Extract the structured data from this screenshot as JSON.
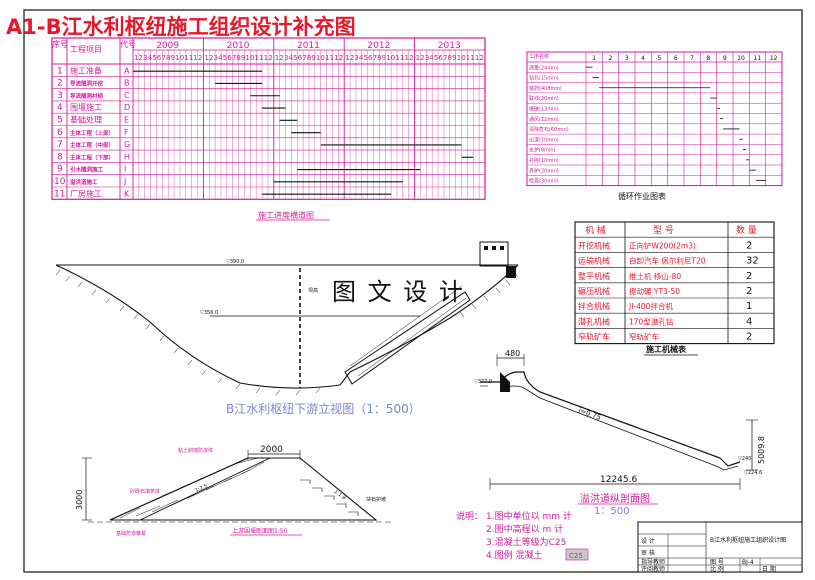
{
  "title": "A1-B江水利枢纽施工组织设计补充图",
  "colors": {
    "red": "#e8182c",
    "magenta": "#d41a9c",
    "black": "#111111",
    "blue": "#7d84d8",
    "grid": "#d41a9c"
  },
  "schedule": {
    "caption": "施工进度横道图",
    "col_num": "序号",
    "col_name": "工程项目",
    "col_code": "代号",
    "years": [
      "2009",
      "2010",
      "2011",
      "2012",
      "2013"
    ],
    "month_digits": "123456789101112",
    "rows": [
      {
        "no": "1",
        "name": "施工准备",
        "code": "A",
        "bars": [
          [
            0,
            22
          ]
        ]
      },
      {
        "no": "2",
        "name": "导流隧洞开挖",
        "code": "B",
        "bars": [
          [
            14,
            22
          ]
        ]
      },
      {
        "no": "3",
        "name": "导流隧洞衬砌",
        "code": "C",
        "bars": [
          [
            20,
            25
          ]
        ]
      },
      {
        "no": "4",
        "name": "围堰施工",
        "code": "D",
        "bars": [
          [
            22,
            26
          ]
        ]
      },
      {
        "no": "5",
        "name": "基础处理",
        "code": "E",
        "bars": [
          [
            25,
            28
          ]
        ]
      },
      {
        "no": "6",
        "name": "主体工程（上部）",
        "code": "F",
        "bars": [
          [
            27,
            32
          ]
        ]
      },
      {
        "no": "7",
        "name": "主体工程（中部）",
        "code": "G",
        "bars": [
          [
            32,
            56
          ]
        ]
      },
      {
        "no": "8",
        "name": "主体工程（下部）",
        "code": "H",
        "bars": [
          [
            56,
            58
          ]
        ]
      },
      {
        "no": "9",
        "name": "引水隧洞施工",
        "code": "I",
        "bars": [
          [
            28,
            49
          ]
        ]
      },
      {
        "no": "10",
        "name": "溢洪道施工",
        "code": "J",
        "bars": [
          [
            24,
            46
          ]
        ]
      },
      {
        "no": "11",
        "name": "厂房施工",
        "code": "K",
        "bars": [
          [
            22,
            44
          ]
        ]
      }
    ]
  },
  "cycle": {
    "caption": "循环作业图表",
    "header_label": "工序名称",
    "steps": [
      "1",
      "2",
      "3",
      "4",
      "5",
      "6",
      "7",
      "8",
      "9",
      "10",
      "11",
      "12"
    ],
    "rows": [
      {
        "name": "测量(24min)",
        "bars": [
          [
            0,
            0.4
          ]
        ]
      },
      {
        "name": "钻孔(15min)",
        "bars": [
          [
            0.4,
            0.8
          ]
        ]
      },
      {
        "name": "装药(408min)",
        "bars": [
          [
            0.8,
            7.6
          ]
        ]
      },
      {
        "name": "联线(20min)",
        "bars": [
          [
            7.6,
            8.0
          ]
        ]
      },
      {
        "name": "爆破(13min)",
        "bars": [
          [
            8.0,
            8.2
          ]
        ]
      },
      {
        "name": "通风(12min)",
        "bars": [
          [
            8.2,
            8.4
          ]
        ]
      },
      {
        "name": "清除危石(60min)",
        "bars": [
          [
            8.4,
            9.4
          ]
        ]
      },
      {
        "name": "出渣(10min)",
        "bars": [
          [
            9.4,
            9.6
          ]
        ]
      },
      {
        "name": "支护(8min)",
        "bars": [
          [
            9.6,
            9.8
          ]
        ]
      },
      {
        "name": "衬砌(10min)",
        "bars": [
          [
            9.8,
            10.0
          ]
        ]
      },
      {
        "name": "养护(20min)",
        "bars": [
          [
            10.0,
            10.4
          ]
        ]
      },
      {
        "name": "检查(30min)",
        "bars": [
          [
            10.4,
            11.0
          ]
        ]
      }
    ]
  },
  "machines": {
    "caption": "施工机械表",
    "headers": [
      "机  械",
      "型  号",
      "数  量"
    ],
    "rows": [
      {
        "name": "开挖机械",
        "model": "正向铲W200(2m3)",
        "qty": "2"
      },
      {
        "name": "运输机械",
        "model": "自卸汽车 佩尔利尼T20",
        "qty": "32"
      },
      {
        "name": "整平机械",
        "model": "推土机 移山-80",
        "qty": "2"
      },
      {
        "name": "碾压机械",
        "model": "振动碾 YT3-50",
        "qty": "2"
      },
      {
        "name": "拌合机械",
        "model": "JI-400拌合机",
        "qty": "1"
      },
      {
        "name": "潜孔机械",
        "model": "170型潜孔钻",
        "qty": "4"
      },
      {
        "name": "窄轨矿车",
        "model": "窄轨矿车",
        "qty": "2"
      }
    ]
  },
  "elevation": {
    "caption": "B江水利枢纽下游立视图（1：500）",
    "watermark": "图 文 设 计",
    "level_top": "▽390.0",
    "level_mid": "▽356.0",
    "height_label": "坝高"
  },
  "spillway": {
    "caption": "溢洪道纵剖面图",
    "scale": "1：500",
    "dim_top": "480",
    "dim_length": "12245.6",
    "dim_height": "5009.8",
    "slope": "i=0.75",
    "level_start": "▽377.0",
    "level_end": "▽224.6",
    "level_mid": "▽240"
  },
  "cofferdam": {
    "caption": "上游围堰断面图1:50",
    "dim_top": "2000",
    "dim_height": "3000",
    "slope_left": "1:2.5",
    "slope_right": "1:1.8",
    "label_core": "粘土斜墙防渗体",
    "label_rock": "砂砾石填筑体",
    "label_base": "基础防渗帷幕",
    "label_right": "块石护坡"
  },
  "notes": {
    "heading": "说明：",
    "items": [
      "1.图中单位以 mm 计",
      "2.图中高程以 m 计",
      "3.混凝土等级为C25",
      "4.图例 混凝土"
    ],
    "swatch_label": "C25"
  },
  "titleblock": {
    "drawing_name": "B江水利枢纽施工组织设计图",
    "design": "设  计",
    "check": "审  核",
    "advisor": "指导教师",
    "reviewer": "评阅教师",
    "sheet_label": "图  号",
    "sheet_no": "BJ-4",
    "scale_label": "比  例",
    "date_label": "日  期"
  }
}
